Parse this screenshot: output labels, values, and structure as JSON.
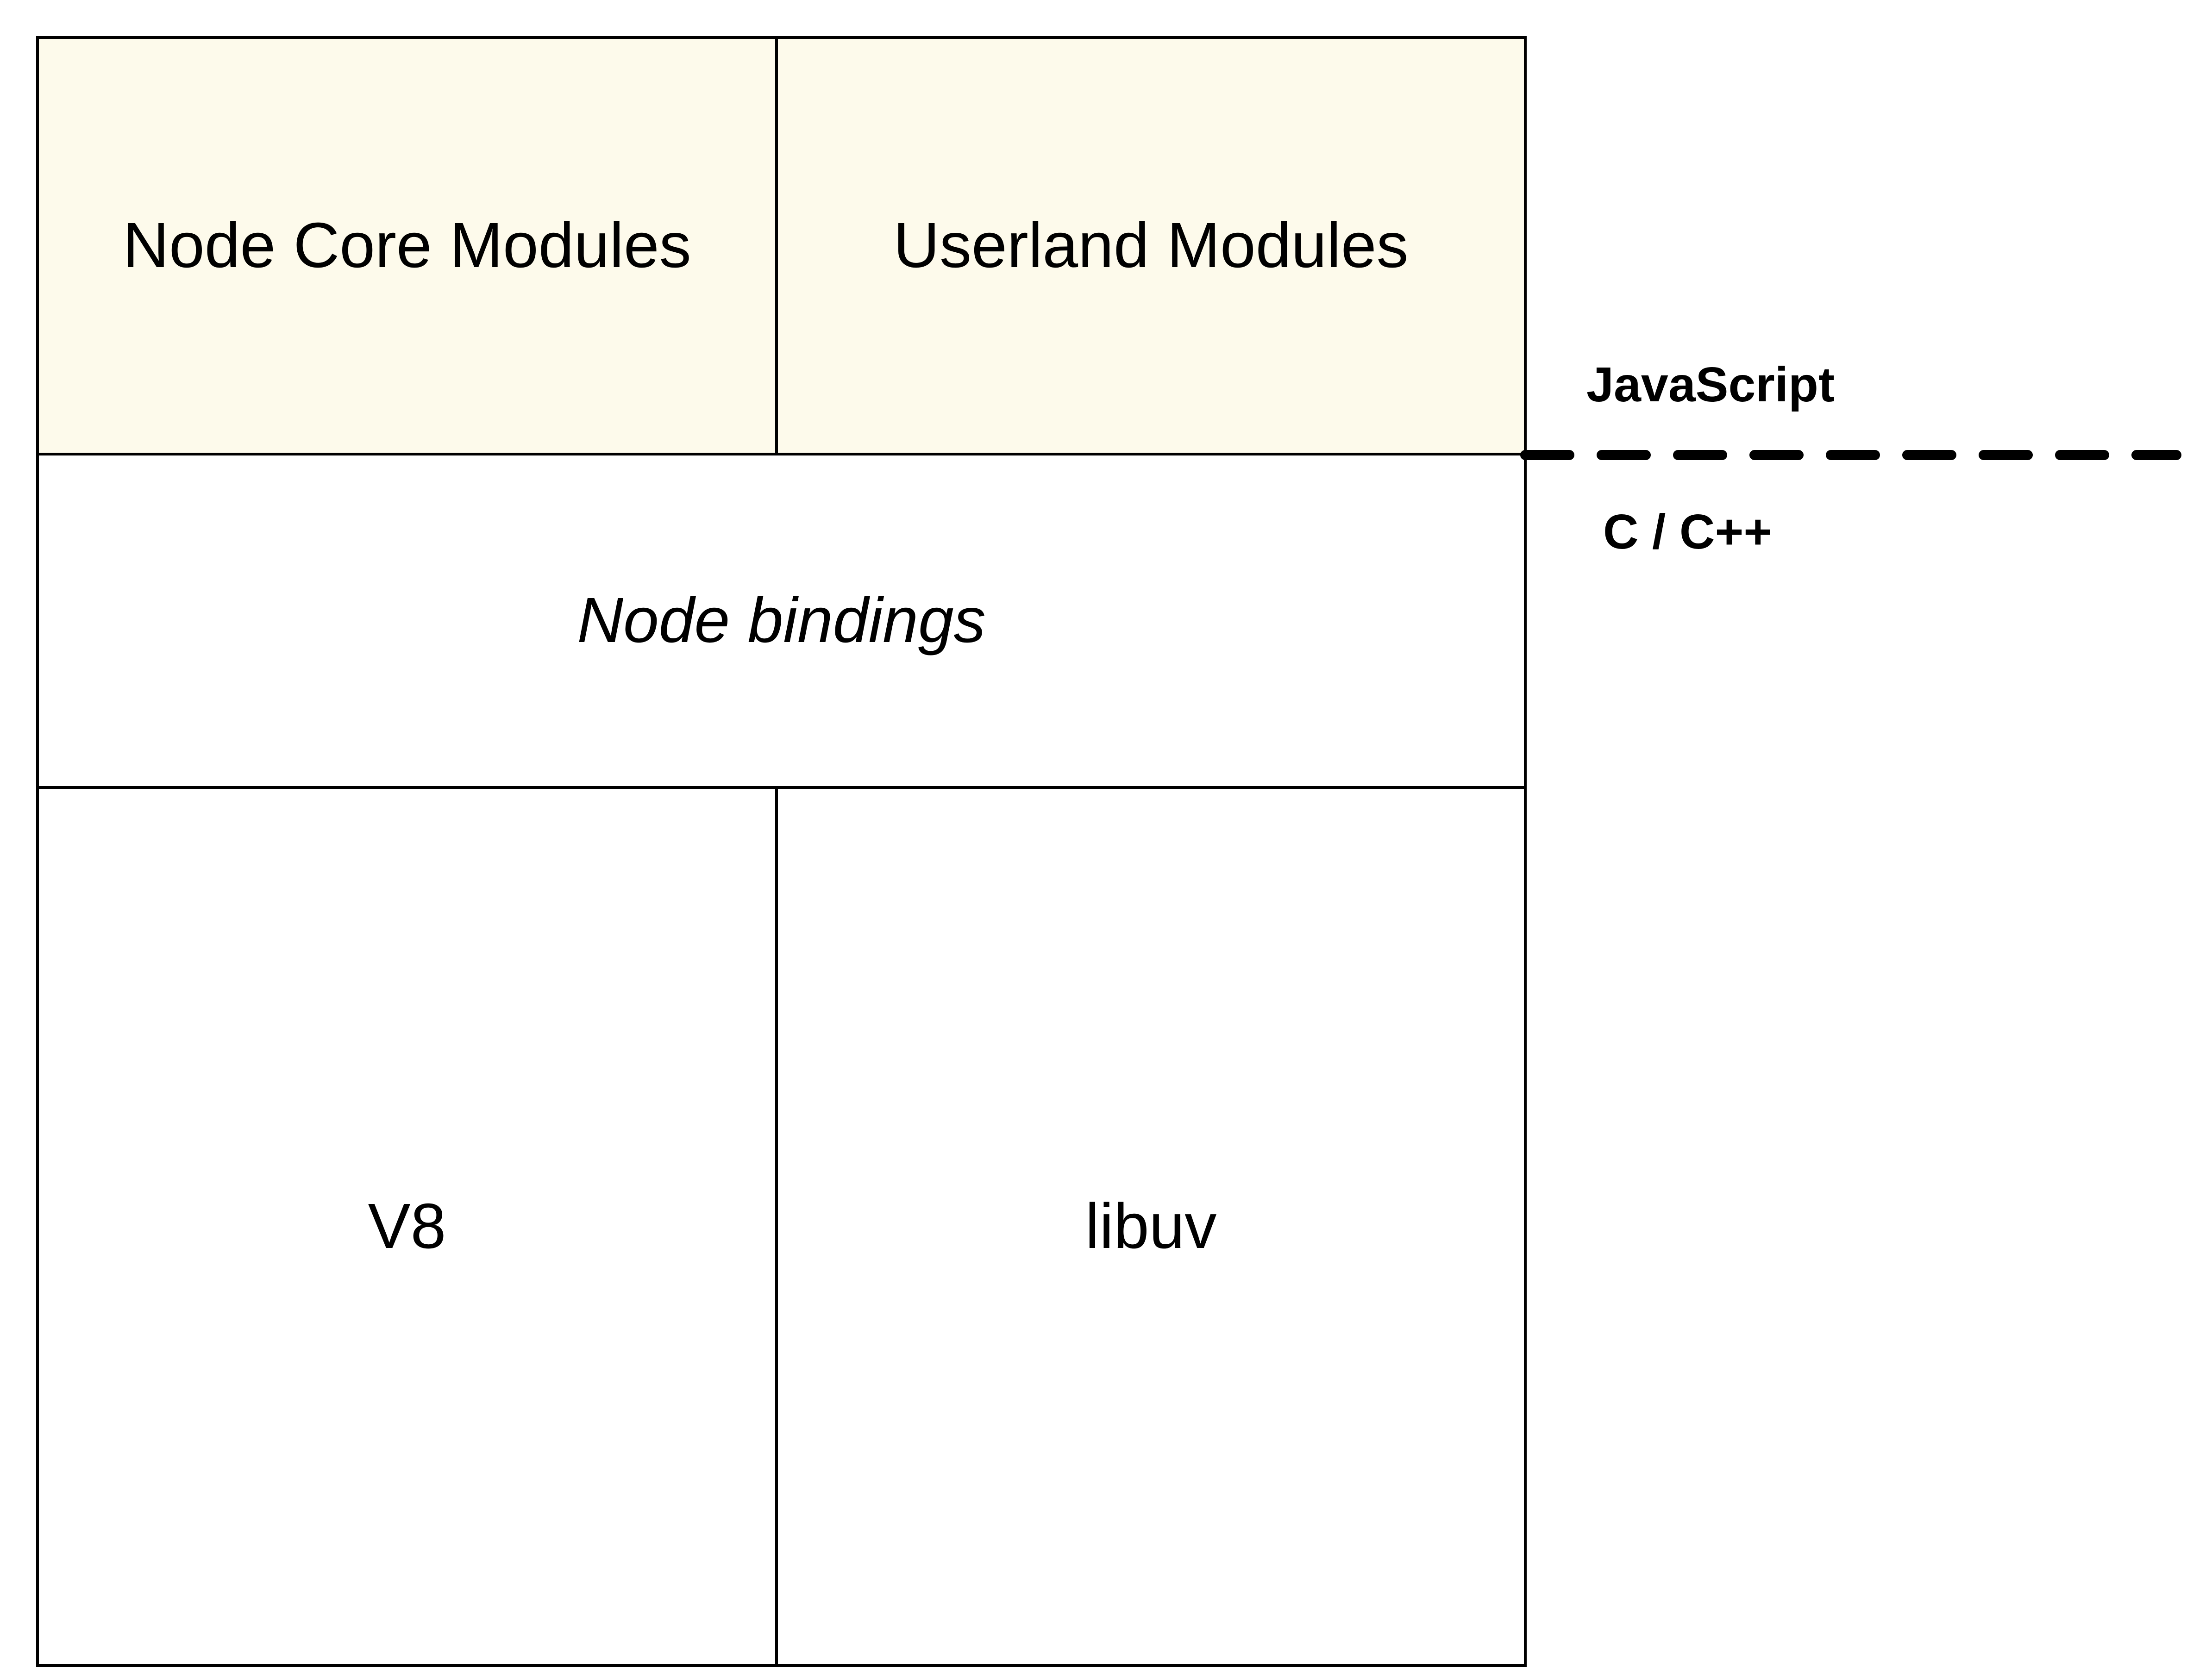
{
  "layers": {
    "javascript": {
      "label": "JavaScript",
      "modules": [
        {
          "label": "Node Core Modules"
        },
        {
          "label": "Userland Modules"
        }
      ],
      "fill_color": "#fdfaeb"
    },
    "bindings": {
      "label": "Node bindings"
    },
    "native": {
      "label": "C / C++",
      "components": [
        {
          "label": "V8"
        },
        {
          "label": "libuv"
        }
      ]
    }
  },
  "colors": {
    "border": "#000000",
    "background": "#ffffff",
    "js_fill": "#fdfaeb"
  }
}
